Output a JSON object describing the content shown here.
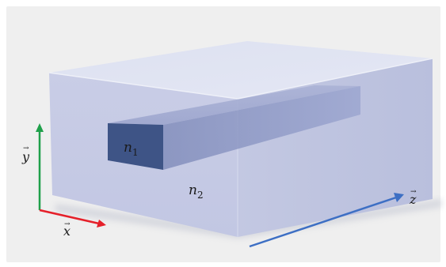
{
  "figure": {
    "background_color": "#efefef",
    "slab_color": "#c6cbe6",
    "core_face_color": "#3e5486",
    "core_body_color": "#8c97c3"
  },
  "labels": {
    "core_index": {
      "base": "n",
      "sub": "1"
    },
    "cladding_index": {
      "base": "n",
      "sub": "2"
    },
    "axis_x": {
      "letter": "x",
      "accent": "→"
    },
    "axis_y": {
      "letter": "y",
      "accent": "→"
    },
    "axis_z": {
      "letter": "z",
      "accent": "→"
    }
  },
  "axes": {
    "x": {
      "color": "#e5202a"
    },
    "y": {
      "color": "#1fa04a"
    },
    "z": {
      "color": "#3d6fc4"
    }
  }
}
